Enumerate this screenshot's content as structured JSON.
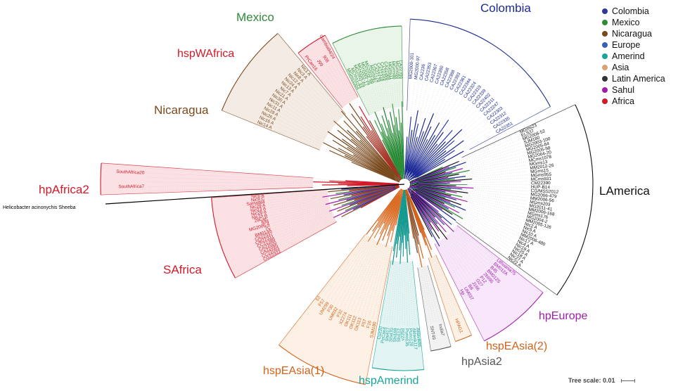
{
  "figure": {
    "outgroup_label": "Helicobacter acinonychis Sheeba",
    "scale_text": "Tree scale: 0.01"
  },
  "legend": {
    "items": [
      {
        "label": "Colombia",
        "color": "#2b3a9b"
      },
      {
        "label": "Mexico",
        "color": "#2e8b3a"
      },
      {
        "label": "Nicaragua",
        "color": "#7a4a1e"
      },
      {
        "label": "Europe",
        "color": "#3b5fb5"
      },
      {
        "label": "Amerind",
        "color": "#1aa39a"
      },
      {
        "label": "Asia",
        "color": "#d8a273"
      },
      {
        "label": "Latin America",
        "color": "#333333"
      },
      {
        "label": "Sahul",
        "color": "#a21caf"
      },
      {
        "label": "Africa",
        "color": "#d11a2a"
      }
    ]
  },
  "clades": [
    {
      "name": "Colombia",
      "color": "#1c2a8f",
      "shade": "#ffffff",
      "leaves": [
        "MG2000-101",
        "MG2000-97",
        "CA2236",
        "CA22353",
        "CA22367",
        "CA22360",
        "CA22358",
        "CA22388",
        "CA22393",
        "CA22361",
        "CA22344",
        "CA22324",
        "CA22319",
        "CA22339",
        "CA22402",
        "CA22311",
        "CA22247",
        "CA22303",
        "CA22312",
        "CA22335",
        "CA22351"
      ]
    },
    {
      "name": "Mexico",
      "color": "#2e8b3a",
      "shade": "#eaf5ea",
      "leaves": [
        "MGms1004",
        "MCms1-44",
        "MG2003-59",
        "MG2002-17",
        "MG2006-35",
        "MG2003-66",
        "MGms67",
        "CA22178",
        "CA22318",
        "CA22359",
        "CA22368",
        "MGms11",
        "MGms88",
        "MGms80",
        "CA22396"
      ]
    },
    {
      "name": "hspWAfrica",
      "color": "#d11a2a",
      "shade": "#fbe1e3",
      "leaves": [
        "PrCan16",
        "J99",
        "908",
        "Gambia94/24"
      ]
    },
    {
      "name": "Nicaragua",
      "color": "#7a4a1e",
      "shade": "#f4ece4",
      "leaves": [
        "Nic14 A",
        "Nic16 A",
        "Nic26 A",
        "Nic28 A",
        "Nic11 A",
        "Nic31 A",
        "Nic30 A",
        "Nic21 A",
        "Nic7 A",
        "Nic13 A",
        "Nic24 A",
        "Nic12 A",
        "Nic8 A",
        "Nic3 A",
        "Nic1 A"
      ]
    },
    {
      "name": "hpAfrica2",
      "color": "#d11a2a",
      "shade": "#fbe1e3",
      "leaves": [
        "SouthAfrica7",
        "SouthAfrica20"
      ]
    },
    {
      "name": "SAfrica",
      "color": "#d11a2a",
      "shade": "#fbe1e3",
      "leaves": [
        "CG22322",
        "CC22093",
        "CA22095",
        "CA22020",
        "CC22389",
        "CM22331",
        "CA22337",
        "BM013A",
        "7C",
        "MG2006-4",
        "838",
        "29CaP",
        "Nic15 A",
        "Nic20 A",
        "Nic23 A",
        "Nic29 A",
        "SaHalt84",
        "Nic9 C",
        "Nic6 A"
      ]
    },
    {
      "name": "hspEAsia(1)",
      "color": "#d4621a",
      "shade": "#fdf0e4",
      "leaves": [
        "SJM180",
        "F16",
        "F57",
        "OK113",
        "OK112",
        "OK111",
        "XZ274",
        "F32",
        "UM032",
        "F30",
        "UM299",
        "F57",
        "52"
      ]
    },
    {
      "name": "hspAmerind",
      "color": "#1aa39a",
      "shade": "#e2f5f3",
      "leaves": [
        "Aklavik86",
        "Aklavik117",
        "Puno120",
        "Puno135",
        "v225d",
        "Shi112",
        "Shi169",
        "Shi470",
        "Shi417",
        "PeCan4",
        "Cuz20"
      ]
    },
    {
      "name": "hpAsia2",
      "color": "#555555",
      "shade": "#f2f2f2",
      "leaves": [
        "India7",
        "SNT49"
      ]
    },
    {
      "name": "hspEAsia(2)",
      "color": "#d4621a",
      "shade": "#fdf0e4",
      "leaves": [
        "HPAG1"
      ]
    },
    {
      "name": "hpEurope",
      "color": "#a21caf",
      "shade": "#f8e6fa",
      "leaves": [
        "Lithuania75",
        "BM012A",
        "B45",
        "BM012S",
        "26695",
        "P12",
        "G27",
        "J166",
        "B8",
        "UM037",
        "Hp"
      ]
    },
    {
      "name": "LAmerica",
      "color": "#111111",
      "shade": "#ffffff",
      "leaves": [
        "MGms23",
        "ELS37",
        "MG2006-52",
        "SJM180",
        "MG2003-100",
        "MG2005-84",
        "MG2005-98",
        "MG2004-20",
        "MCms1078",
        "MGms13",
        "MM2012-26",
        "MGms15",
        "MGms955",
        "MCms931",
        "CM22390",
        "HUP-B14",
        "CG/MSS2012",
        "MG2006-479",
        "MM2006-56",
        "MGms203",
        "MG2011-41",
        "MM2006-168",
        "MGms176",
        "MG2004-2",
        "MM2005-126",
        "Nic2 A",
        "Nic5 A",
        "Nic10 A",
        "MM2006-480",
        "Nic17 A",
        "Nic4 A",
        "Nic19 A",
        "Nic25 A",
        "Nic18 A",
        "Nic27 A",
        "Nic22 A"
      ]
    }
  ]
}
